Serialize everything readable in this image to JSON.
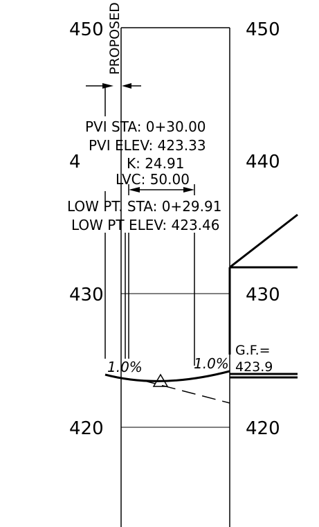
{
  "profile": {
    "elevation_labels": {
      "left_450": "450",
      "right_450": "450",
      "left_440_partial": "4",
      "right_440": "440",
      "left_430": "430",
      "right_430": "430",
      "left_420": "420",
      "right_420": "420"
    },
    "proposed_label": "PROPOSED",
    "pvi_sta": "PVI  STA:  0+30.00",
    "pvi_elev": "PVI  ELEV:  423.33",
    "k_value": "K:  24.91",
    "lvc": "LVC:  50.00",
    "low_pt_sta": "LOW  PT.  STA:  0+29.91",
    "low_pt_elev": "LOW  PT  ELEV:  423.46",
    "grade_left": "1.0%",
    "grade_right": "1.0%",
    "gf_label": "G.F.=",
    "gf_value": "423.9"
  },
  "colors": {
    "ink": "#000000",
    "background": "#ffffff"
  }
}
